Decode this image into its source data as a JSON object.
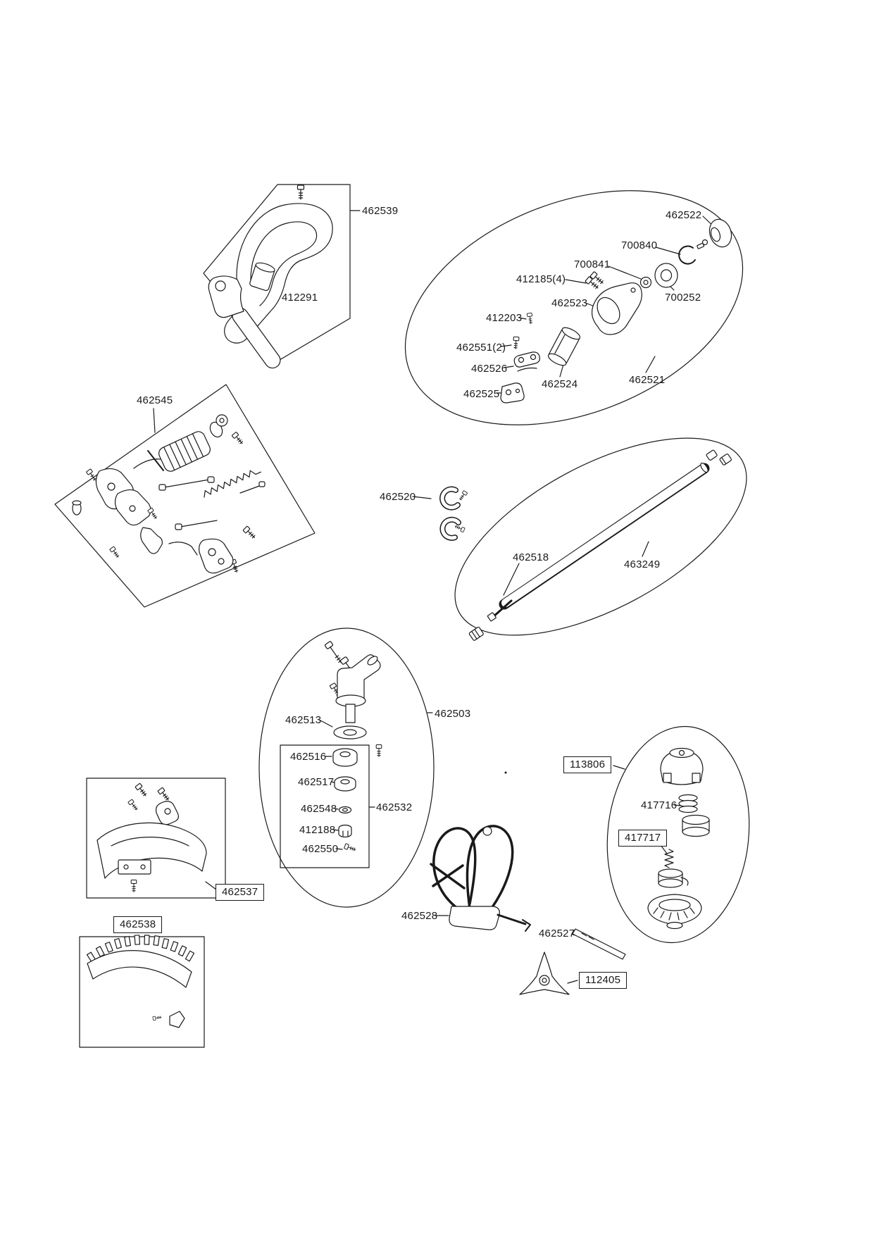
{
  "document": {
    "kind": "exploded-parts-diagram",
    "ink_color": "#1a1a1a",
    "paper_color": "#ffffff"
  },
  "parts": {
    "handle": {
      "assembly": "462539",
      "tube": "412291"
    },
    "clutch": {
      "assembly": "462521",
      "cap": "462522",
      "snap_ring": "700840",
      "washer": "700841",
      "screws_4": "412185(4)",
      "bell_housing": "462523",
      "drum": "700252",
      "screw": "412203",
      "screws_2": "462551(2)",
      "clamp": "462526",
      "coupler": "462524",
      "bracket": "462525"
    },
    "throttle": {
      "assembly": "462545"
    },
    "shaft_clamp": {
      "part": "462520"
    },
    "shaft": {
      "assembly": "463249",
      "drive_shaft": "462518"
    },
    "gearhead": {
      "assembly": "462503",
      "flange": "462513",
      "kit": "462532",
      "cup_washer": "462516",
      "dished_washer": "462517",
      "washer": "462548",
      "nut": "412188",
      "bolt": "462550"
    },
    "guard": {
      "assembly": "462537"
    },
    "guard_extension": {
      "assembly": "462538"
    },
    "harness": {
      "part": "462528"
    },
    "rod_tool": {
      "part": "462527"
    },
    "trimmer_head": {
      "assembly": "113806",
      "spring": "417716",
      "spool": "417717"
    },
    "blade": {
      "part": "112405"
    }
  }
}
